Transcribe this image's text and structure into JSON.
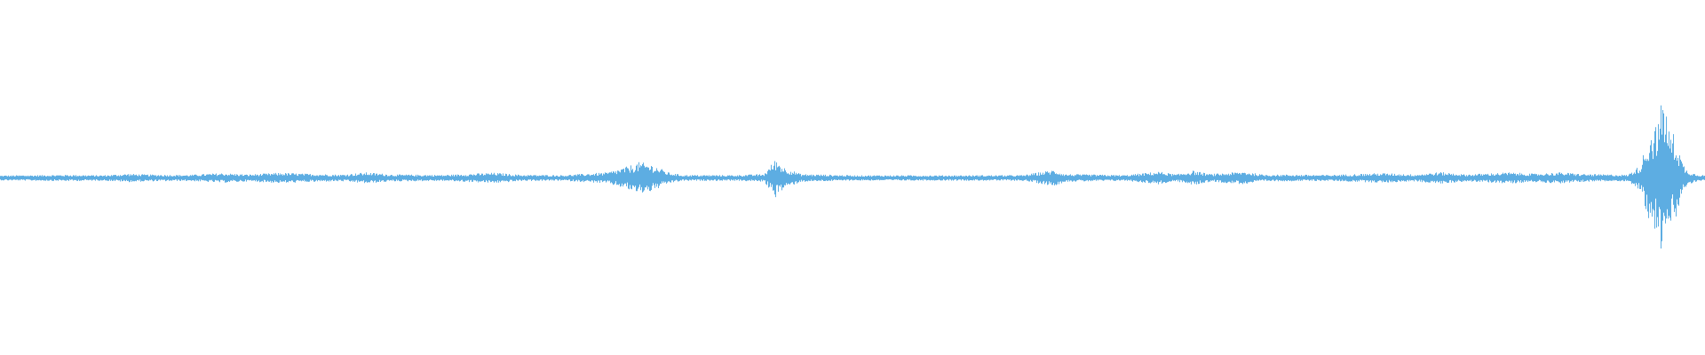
{
  "waveform": {
    "color": "#5dade2",
    "background": "#ffffff",
    "envelope": [
      [
        0.0,
        0.012
      ],
      [
        0.02,
        0.014
      ],
      [
        0.04,
        0.016
      ],
      [
        0.06,
        0.013
      ],
      [
        0.075,
        0.022
      ],
      [
        0.085,
        0.018
      ],
      [
        0.11,
        0.015
      ],
      [
        0.13,
        0.026
      ],
      [
        0.145,
        0.018
      ],
      [
        0.165,
        0.028
      ],
      [
        0.18,
        0.022
      ],
      [
        0.2,
        0.017
      ],
      [
        0.215,
        0.03
      ],
      [
        0.23,
        0.018
      ],
      [
        0.26,
        0.015
      ],
      [
        0.29,
        0.028
      ],
      [
        0.305,
        0.016
      ],
      [
        0.33,
        0.014
      ],
      [
        0.356,
        0.03
      ],
      [
        0.365,
        0.055
      ],
      [
        0.375,
        0.09
      ],
      [
        0.383,
        0.075
      ],
      [
        0.392,
        0.03
      ],
      [
        0.4,
        0.015
      ],
      [
        0.43,
        0.014
      ],
      [
        0.448,
        0.02
      ],
      [
        0.455,
        0.11
      ],
      [
        0.46,
        0.06
      ],
      [
        0.47,
        0.02
      ],
      [
        0.5,
        0.013
      ],
      [
        0.55,
        0.013
      ],
      [
        0.6,
        0.014
      ],
      [
        0.618,
        0.045
      ],
      [
        0.625,
        0.02
      ],
      [
        0.66,
        0.014
      ],
      [
        0.68,
        0.035
      ],
      [
        0.69,
        0.018
      ],
      [
        0.7,
        0.04
      ],
      [
        0.71,
        0.02
      ],
      [
        0.73,
        0.035
      ],
      [
        0.74,
        0.018
      ],
      [
        0.78,
        0.015
      ],
      [
        0.81,
        0.026
      ],
      [
        0.83,
        0.018
      ],
      [
        0.845,
        0.032
      ],
      [
        0.86,
        0.018
      ],
      [
        0.885,
        0.03
      ],
      [
        0.9,
        0.022
      ],
      [
        0.915,
        0.03
      ],
      [
        0.93,
        0.02
      ],
      [
        0.955,
        0.016
      ],
      [
        0.962,
        0.07
      ],
      [
        0.968,
        0.26
      ],
      [
        0.973,
        0.33
      ],
      [
        0.976,
        0.52
      ],
      [
        0.979,
        0.28
      ],
      [
        0.983,
        0.25
      ],
      [
        0.987,
        0.09
      ],
      [
        0.99,
        0.04
      ],
      [
        0.995,
        0.02
      ],
      [
        1.0,
        0.014
      ]
    ]
  }
}
